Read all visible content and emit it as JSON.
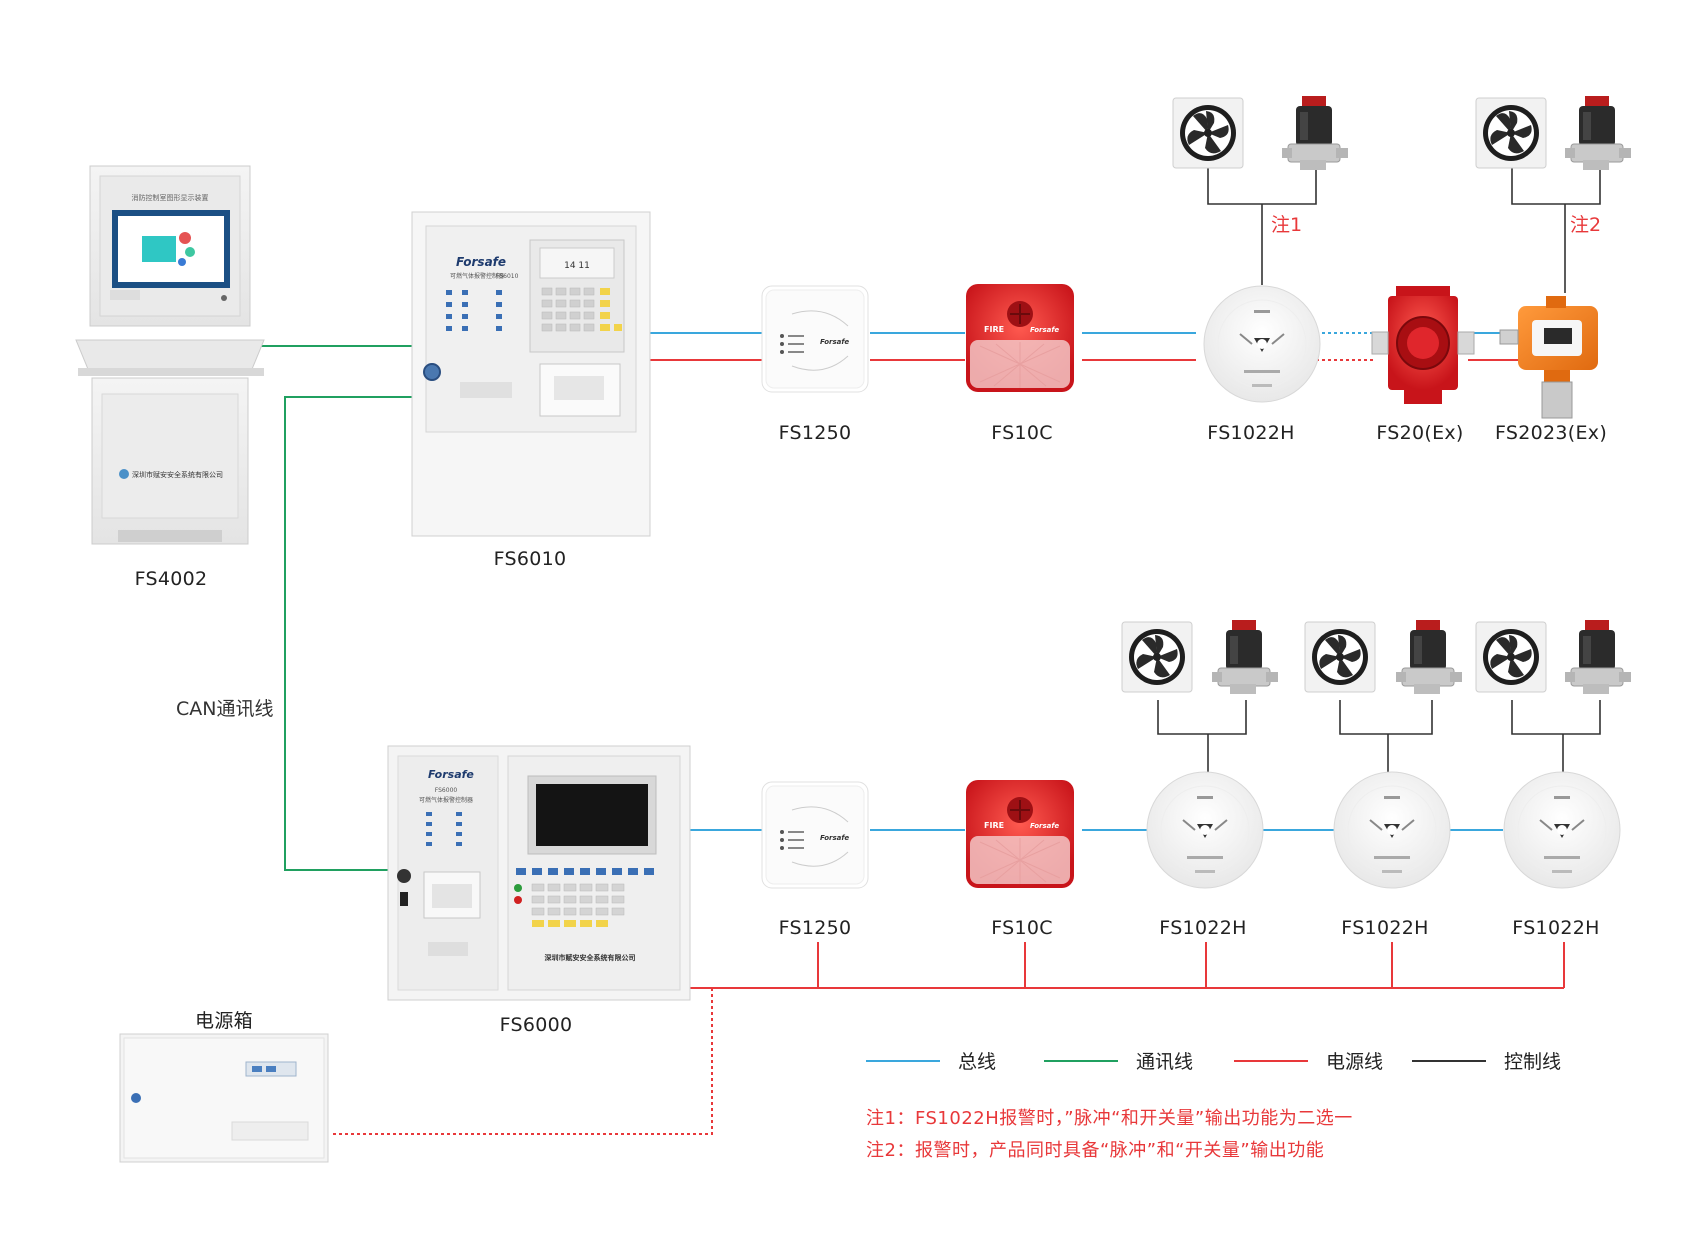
{
  "devices": {
    "fs4002": "FS4002",
    "fs6010": "FS6010",
    "fs6000": "FS6000",
    "power_box": "电源箱",
    "fs1250_top": "FS1250",
    "fs10c_top": "FS10C",
    "fs1022h_top": "FS1022H",
    "fs20ex": "FS20(Ex)",
    "fs2023ex": "FS2023(Ex)",
    "fs1250_bottom": "FS1250",
    "fs10c_bottom": "FS10C",
    "fs1022h_b1": "FS1022H",
    "fs1022h_b2": "FS1022H",
    "fs1022h_b3": "FS1022H"
  },
  "can_label": "CAN通讯线",
  "note_marks": {
    "n1": "注1",
    "n2": "注2"
  },
  "legend": [
    {
      "label": "总线",
      "color": "#3aa7dd"
    },
    {
      "label": "通讯线",
      "color": "#20a060"
    },
    {
      "label": "电源线",
      "color": "#e8383a"
    },
    {
      "label": "控制线",
      "color": "#333333"
    }
  ],
  "notes": [
    "注1：FS1022H报警时，”脉冲“和开关量”输出功能为二选一",
    "注2：报警时，产品同时具备“脉冲”和“开关量”输出功能"
  ],
  "product_text": {
    "brand": "Forsafe",
    "fs4002_screen_title": "消防控制室图形显示装置",
    "fs4002_company": "深圳市赋安安全系统有限公司",
    "fs6010_name": "可燃气体报警控制器",
    "fs6010_model": "FS6010",
    "fs6010_time": "14 11",
    "fs6000_model": "FS6000",
    "fs6000_name": "可燃气体报警控制器",
    "fs6000_company": "深圳市赋安安全系统有限公司",
    "fire": "FIRE"
  },
  "colors": {
    "bus": "#3aa7dd",
    "comm": "#20a060",
    "power": "#e8383a",
    "control": "#333333"
  }
}
